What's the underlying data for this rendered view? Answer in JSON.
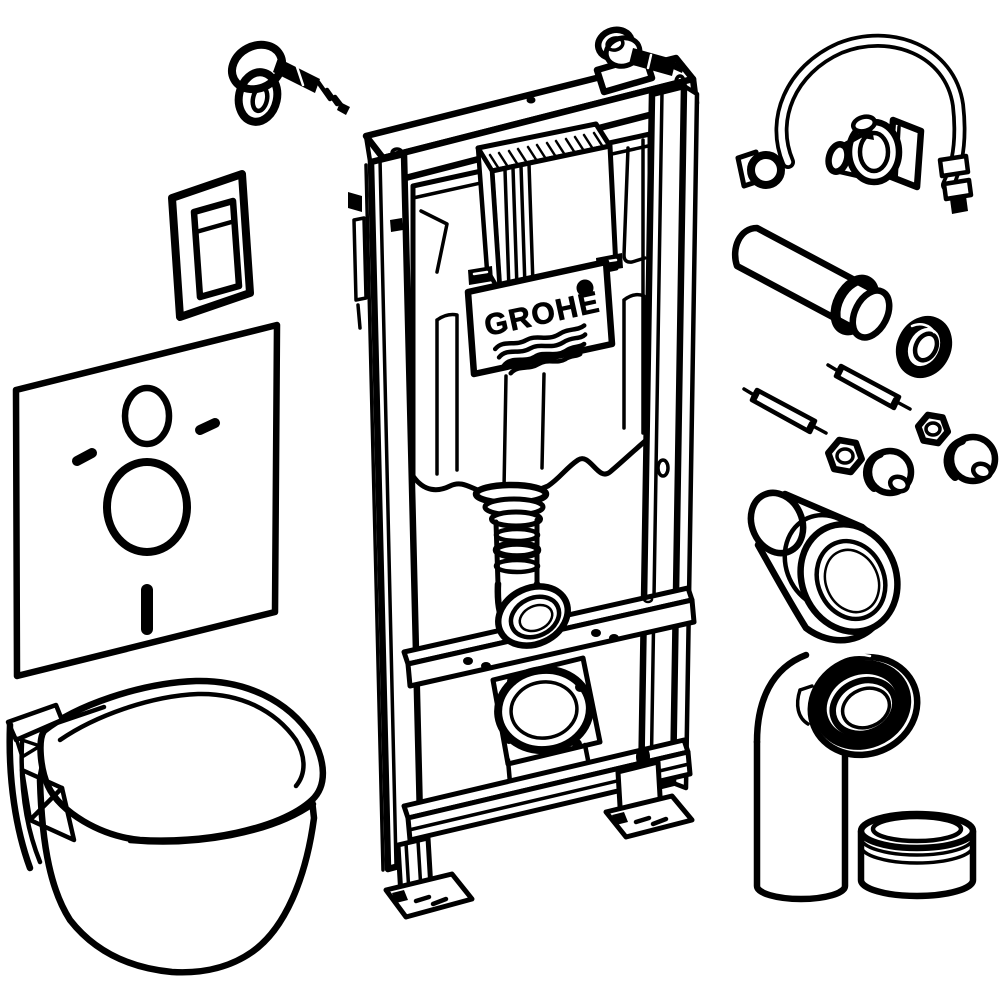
{
  "meta": {
    "image_type": "technical-line-drawing",
    "background_color": "#ffffff",
    "line_color": "#000000"
  },
  "brand": {
    "logo_text": "GROHE"
  },
  "parts": [
    {
      "id": "wall-anchor-bolt",
      "label": "wall anchor with eye bolt"
    },
    {
      "id": "flush-actuation-plate",
      "label": "flush actuation plate with dual buttons"
    },
    {
      "id": "sound-insulation-mat",
      "label": "sound insulation mat"
    },
    {
      "id": "wall-hung-toilet",
      "label": "wall-hung toilet bowl with seat"
    },
    {
      "id": "installation-frame",
      "label": "installation frame with concealed cistern"
    },
    {
      "id": "grohe-logo-plate",
      "label": "cistern front plate with GROHE logo"
    },
    {
      "id": "supply-hose",
      "label": "flexible water supply hose with angle valve"
    },
    {
      "id": "flush-pipe",
      "label": "flush pipe extension"
    },
    {
      "id": "seal-ring",
      "label": "rubber seal ring"
    },
    {
      "id": "fixing-set",
      "label": "threaded rods, hex nuts and dome cover caps"
    },
    {
      "id": "flush-pipe-connector",
      "label": "conical flush pipe connector"
    },
    {
      "id": "drain-elbow",
      "label": "drain outlet elbow with socket"
    },
    {
      "id": "connector-sleeve",
      "label": "drain connector sleeve"
    }
  ]
}
